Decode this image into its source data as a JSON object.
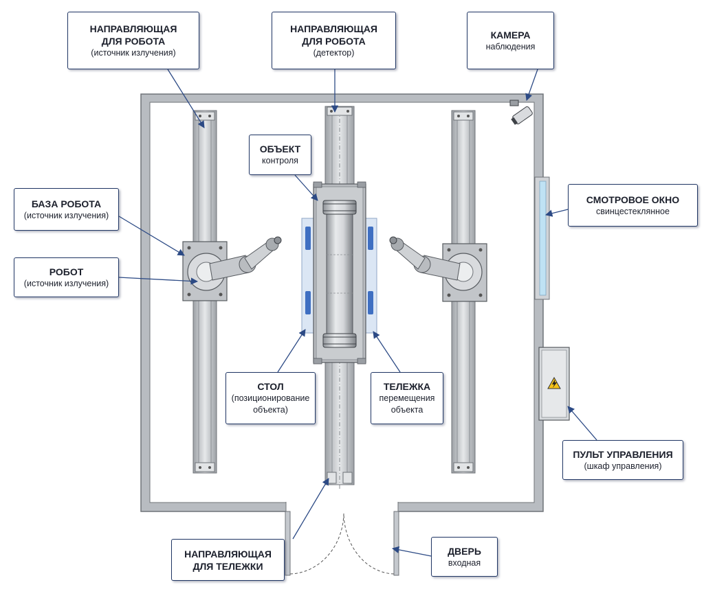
{
  "colors": {
    "callout_border": "#1f3563",
    "leader_line": "#2c4a85",
    "room_wall": "#a9adb3",
    "room_floor": "#ffffff",
    "rail": "#c4c8cd",
    "robot_gray": "#bdc0c4",
    "table_glass": "#d7e3f3",
    "table_blue": "#3f6fc2",
    "window_glass": "#c9e4f5",
    "warning_yellow": "#f4c21a"
  },
  "labels": {
    "rail_robot_source": {
      "title": "НАПРАВЛЯЮЩАЯ\nДЛЯ РОБОТА",
      "sub": "(источник излучения)"
    },
    "rail_robot_detector": {
      "title": "НАПРАВЛЯЮЩАЯ\nДЛЯ РОБОТА",
      "sub": "(детектор)"
    },
    "camera": {
      "title": "КАМЕРА",
      "sub": "наблюдения"
    },
    "object": {
      "title": "ОБЪЕКТ",
      "sub": "контроля"
    },
    "robot_base": {
      "title": "БАЗА РОБОТА",
      "sub": "(источник излучения)"
    },
    "robot": {
      "title": "РОБОТ",
      "sub": "(источник излучения)"
    },
    "window": {
      "title": "СМОТРОВОЕ ОКНО",
      "sub": "свинцестеклянное"
    },
    "table": {
      "title": "СТОЛ",
      "sub": "(позиционирование\nобъекта)"
    },
    "cart": {
      "title": "ТЕЛЕЖКА",
      "sub": "перемещения\nобъекта"
    },
    "control_panel": {
      "title": "ПУЛЬТ УПРАВЛЕНИЯ",
      "sub": "(шкаф управления)"
    },
    "rail_cart": {
      "title": "НАПРАВЛЯЮЩАЯ\nДЛЯ ТЕЛЕЖКИ",
      "sub": ""
    },
    "door": {
      "title": "ДВЕРЬ",
      "sub": "входная"
    }
  },
  "icons": {
    "camera": "camera-icon",
    "warning": "high-voltage-warning-icon"
  }
}
